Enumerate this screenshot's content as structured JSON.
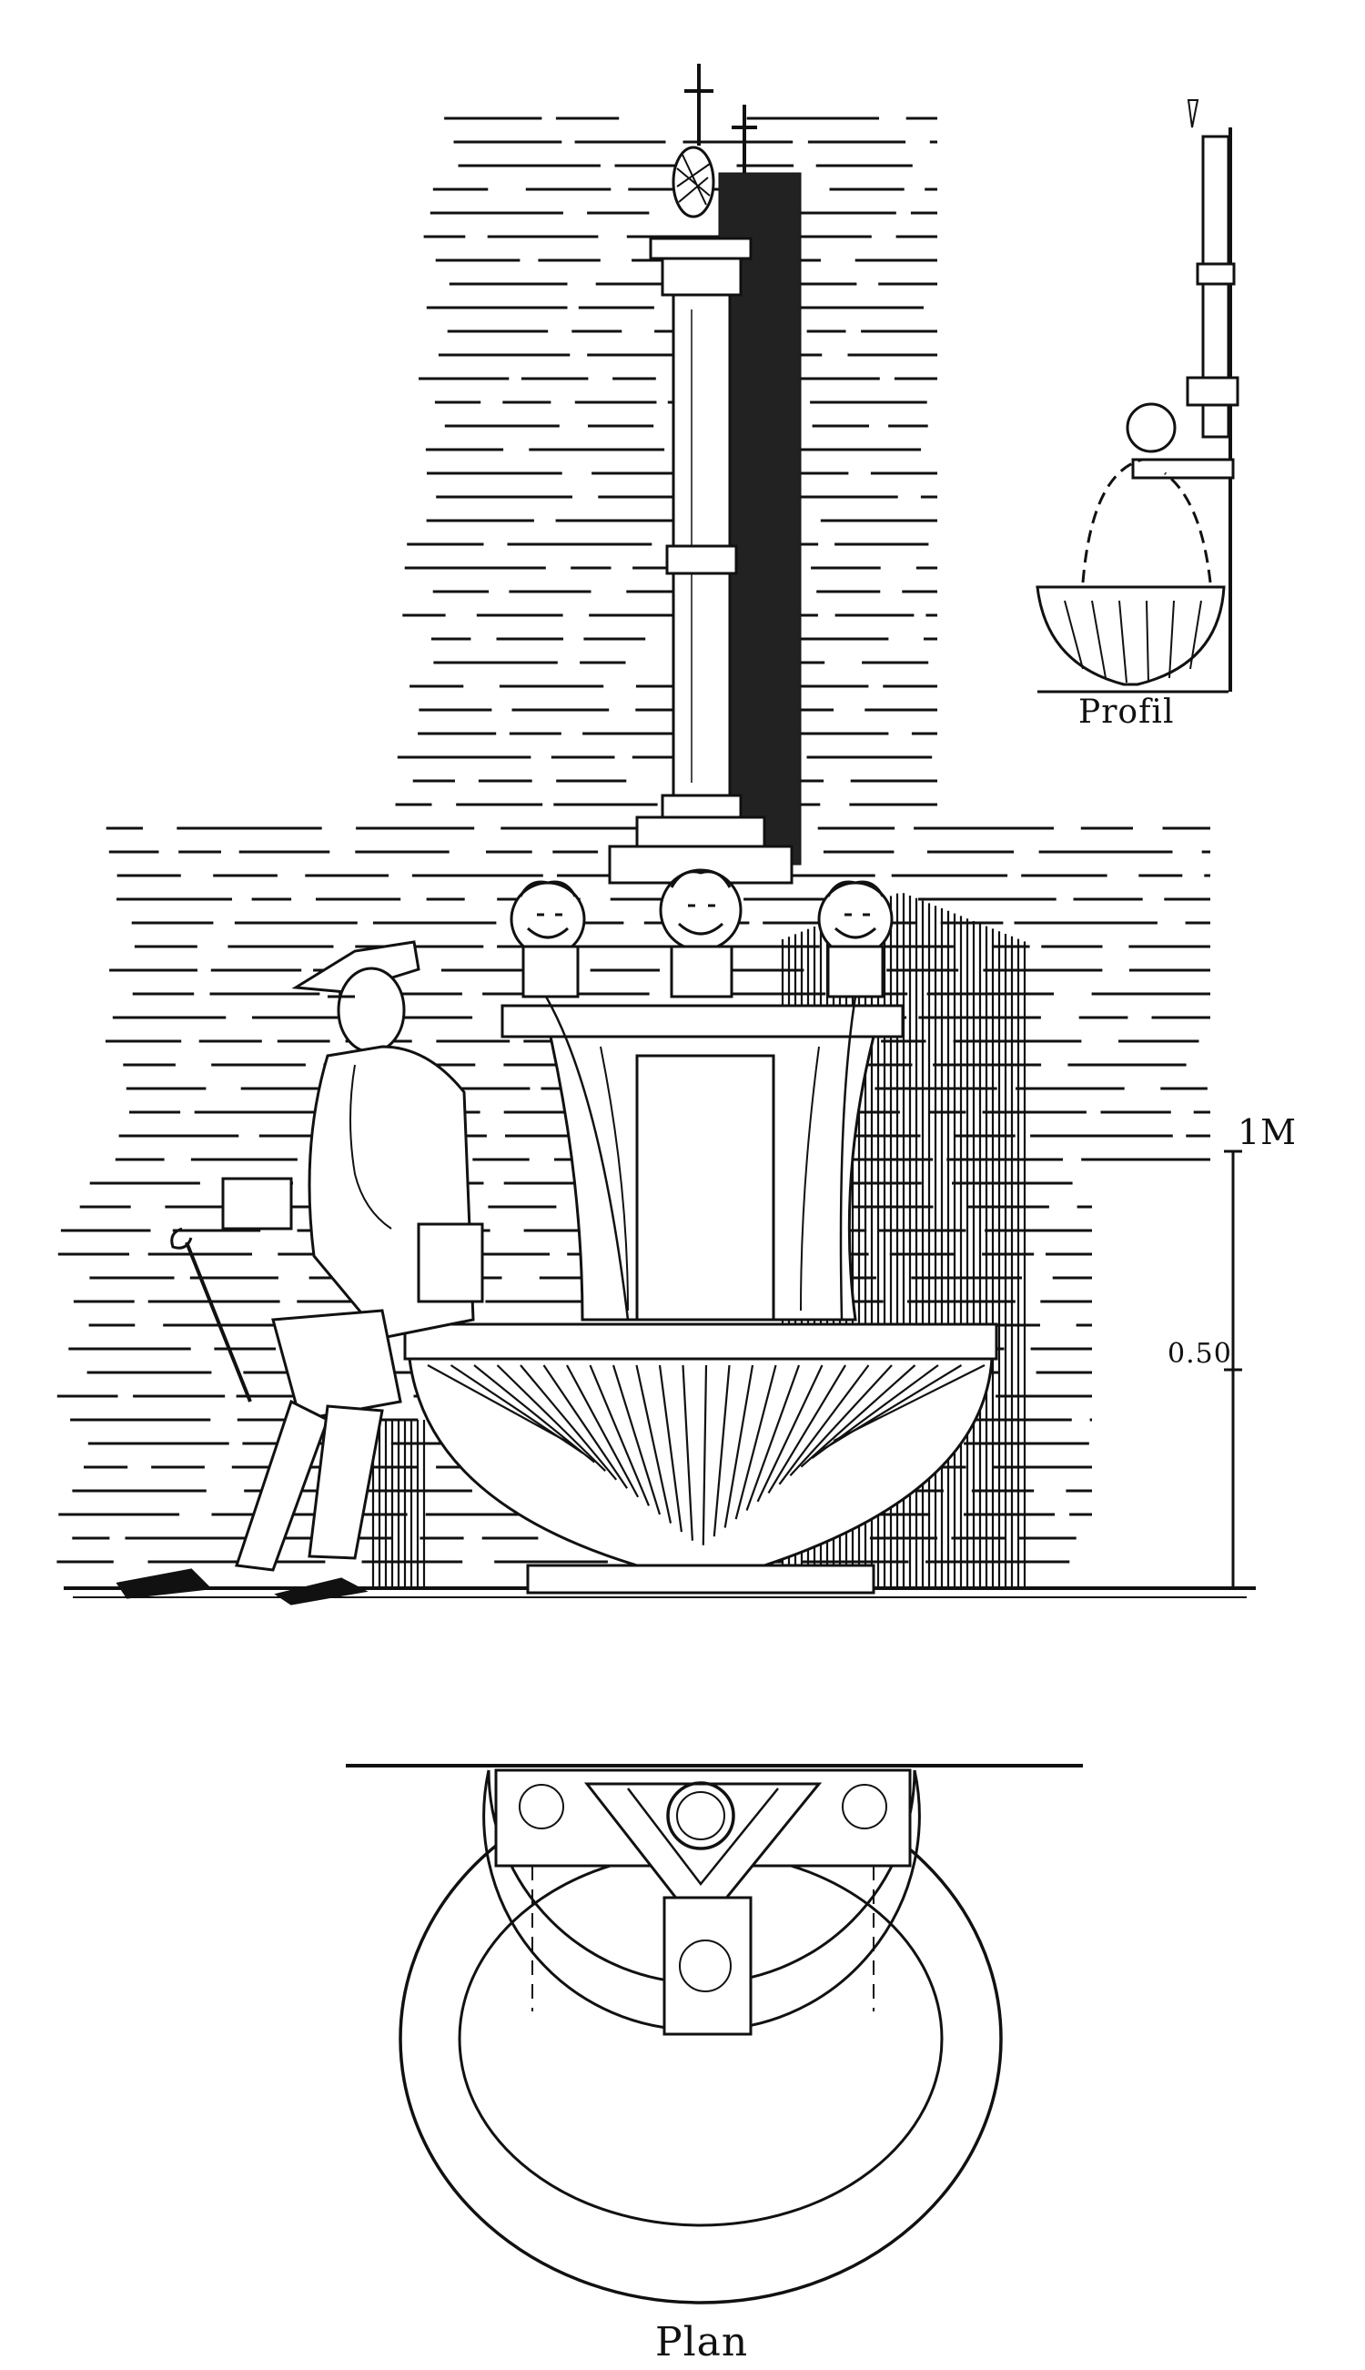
{
  "labels": {
    "profile": "Profil",
    "plan": "Plan",
    "scale_top": "1M",
    "scale_mid": "0.50"
  }
}
